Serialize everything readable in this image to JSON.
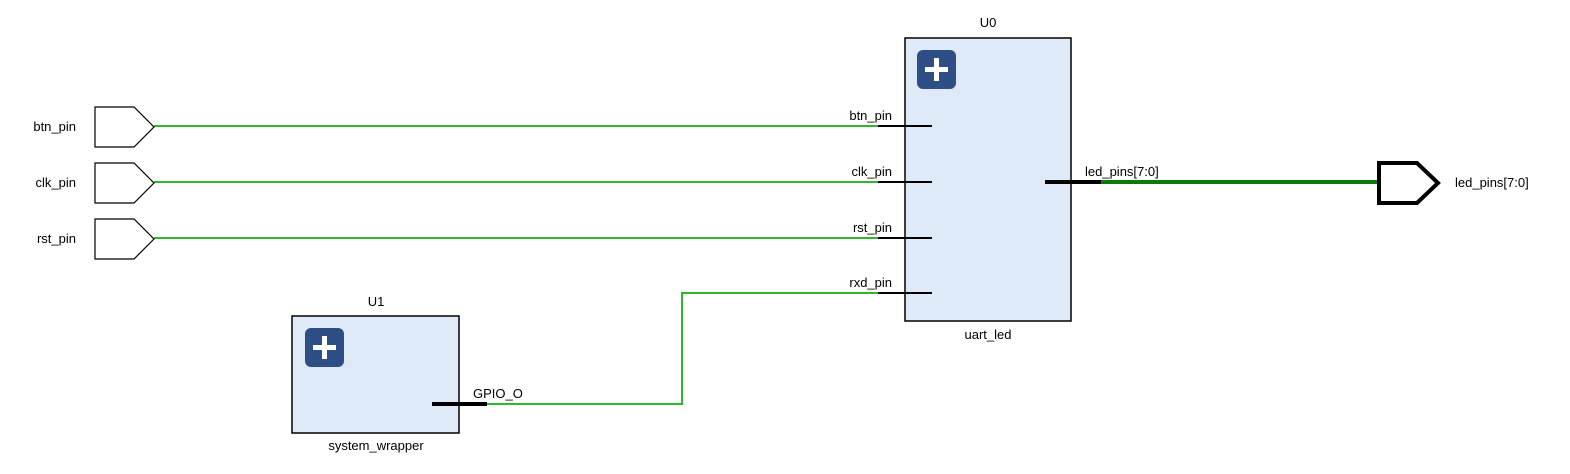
{
  "colors": {
    "wire": "#2db82d",
    "bus_wire": "#0a7a0a",
    "block_fill": "#deeaf7",
    "block_stroke": "#000000",
    "expand_button": "#2d4f86",
    "port_fill": "#ffffff"
  },
  "input_ports": [
    {
      "label": "btn_pin"
    },
    {
      "label": "clk_pin"
    },
    {
      "label": "rst_pin"
    }
  ],
  "output_ports": [
    {
      "label": "led_pins[7:0]"
    }
  ],
  "blocks": {
    "u0": {
      "instance": "U0",
      "module": "uart_led",
      "expand_icon": "plus-icon",
      "pins": [
        {
          "label": "btn_pin"
        },
        {
          "label": "clk_pin"
        },
        {
          "label": "rst_pin"
        },
        {
          "label": "rxd_pin"
        }
      ],
      "output_pin": "led_pins[7:0]"
    },
    "u1": {
      "instance": "U1",
      "module": "system_wrapper",
      "expand_icon": "plus-icon",
      "output_pin": "GPIO_O"
    }
  }
}
